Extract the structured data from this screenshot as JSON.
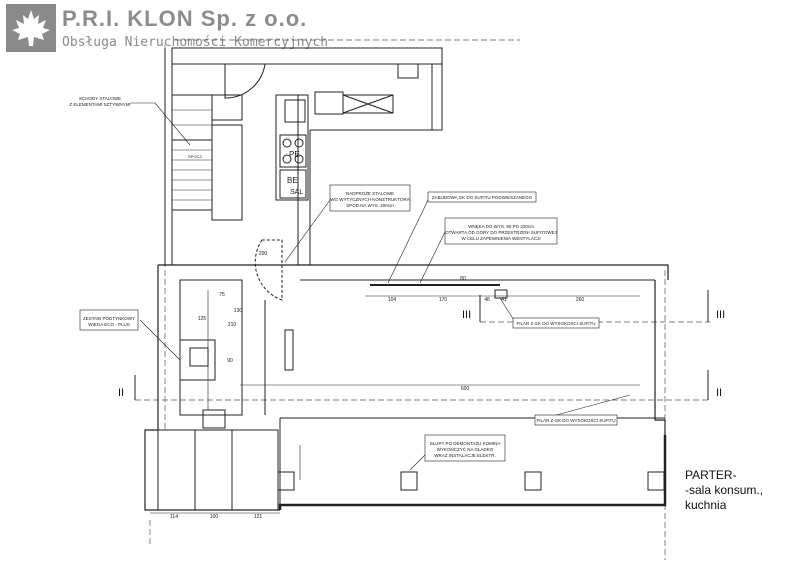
{
  "header": {
    "company": "P.R.I. KLON Sp. z o.o.",
    "subtitle": "Obsługa Nieruchomości Komercyjnych"
  },
  "caption": {
    "line1": "PARTER-",
    "line2": "-sala konsum.,",
    "line3": "kuchnia"
  },
  "annotations": {
    "stairs_note": "SCHODY STALOWE\nZ ELEMENTAMI SZTYWNYMI",
    "beam_note": "NADPROŻE STALOWE\nWG WYTYCZNYCH KONSTRUKTORA\nSPÓD NA WYS. 200cm",
    "ceiling_note": "ZABUDOWA GK DO SUFITU PODWIESZANEGO",
    "vent_note": "WNĘKA DO WYS. 80 PO 220cm\nOTWARTA OD GÓRY DO PRZESTRZENI SUFITOWEJ\nW CELU ZAPEWNIENIA WENTYLACJI",
    "set_note": "ZESTAW PODTYNKOWY\nWIEGA ECO - PLUS",
    "gk_note_1": "FILAR Z GK DO WYSOKOŚCI SUFITU",
    "gk_note_2": "FILAR Z GK DO WYSOKOŚCI SUFITU",
    "column_note": "SŁUPY PO DEMONTAŻU KOMINA\nWYKOŃCZYĆ NA GŁADKO\nWRAZ INSTALACJE ELEKTR."
  },
  "rooms": {
    "pe": "PE",
    "be": "BE",
    "sal": "SAL",
    "stairs": "SPOCZ."
  },
  "sections": {
    "ii_left": "II",
    "ii_right": "II",
    "iii_left": "III",
    "iii_right": "III"
  },
  "dims": {
    "d_104": "104",
    "d_170": "170",
    "d_48": "48",
    "d_41": "41",
    "d_260": "260",
    "d_600": "600",
    "d_114": "114",
    "d_100": "100",
    "d_121": "121",
    "d_125": "125",
    "d_210": "210",
    "d_200": "200",
    "d_130": "130",
    "d_75": "75",
    "d_90": "90",
    "d_80": "80"
  },
  "colors": {
    "logo": "#8a8a8a",
    "brand_text": "#8c8c8c",
    "line": "#222222"
  }
}
